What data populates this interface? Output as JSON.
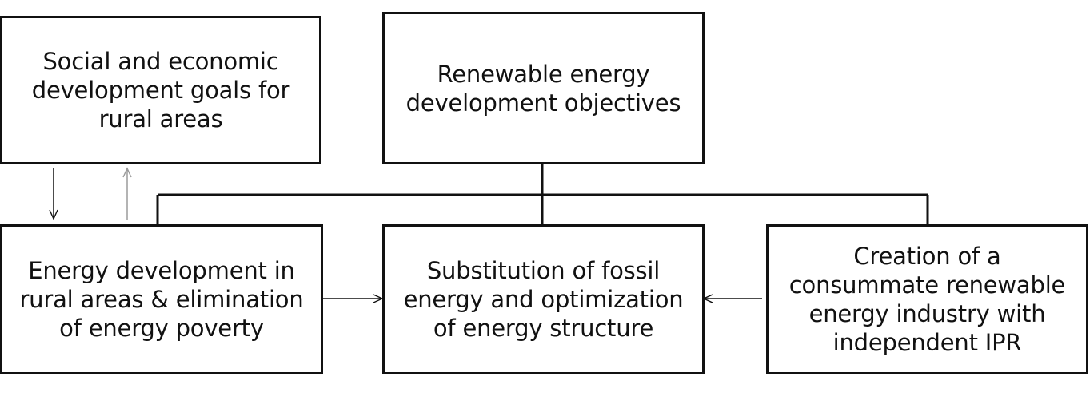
{
  "diagram": {
    "nodes": [
      {
        "id": "social-goals",
        "label": "Social and economic\ndevelopment goals for\nrural areas"
      },
      {
        "id": "renewable-objectives",
        "label": "Renewable energy\ndevelopment objectives"
      },
      {
        "id": "rural-energy",
        "label": "Energy development in\nrural areas & elimination\nof energy poverty"
      },
      {
        "id": "substitution",
        "label": "Substitution of fossil\nenergy and optimization\nof energy structure"
      },
      {
        "id": "industry",
        "label": "Creation of a\nconsummate renewable\nenergy industry with\nindependent IPR"
      }
    ],
    "edges": [
      {
        "from": "renewable-objectives",
        "to": "rural-energy",
        "style": "tree-line"
      },
      {
        "from": "renewable-objectives",
        "to": "substitution",
        "style": "tree-line"
      },
      {
        "from": "renewable-objectives",
        "to": "industry",
        "style": "tree-line"
      },
      {
        "from": "social-goals",
        "to": "rural-energy",
        "style": "arrow"
      },
      {
        "from": "rural-energy",
        "to": "social-goals",
        "style": "arrow-light"
      },
      {
        "from": "rural-energy",
        "to": "substitution",
        "style": "arrow"
      },
      {
        "from": "industry",
        "to": "substitution",
        "style": "arrow"
      }
    ],
    "colors": {
      "stroke": "#111111",
      "light_stroke": "#9a9a9a",
      "background": "#ffffff"
    }
  }
}
